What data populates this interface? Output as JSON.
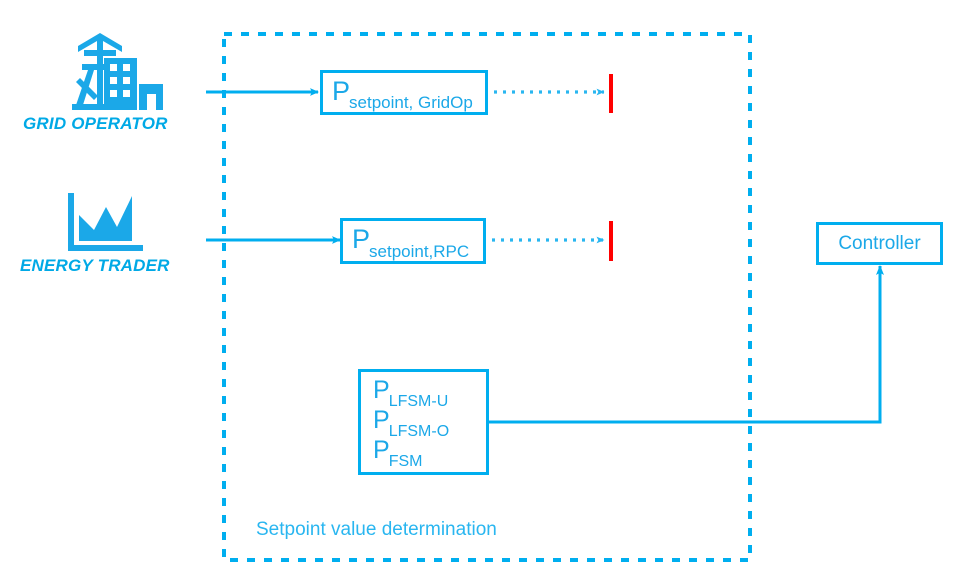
{
  "diagram": {
    "title": "Setpoint value determination",
    "colors": {
      "primary_blue": "#00AEEF",
      "text_blue": "#1BA8E8",
      "label_blue": "#29B6F0",
      "red_marker": "#FF0000",
      "background": "#FFFFFF"
    },
    "actors": [
      {
        "id": "grid-operator",
        "label": "GRID OPERATOR",
        "icon": "transmission-tower-buildings-icon"
      },
      {
        "id": "energy-trader",
        "label": "ENERGY TRADER",
        "icon": "market-chart-icon"
      }
    ],
    "container": {
      "label": "Setpoint value determination",
      "border_style": "dashed"
    },
    "blocks": [
      {
        "id": "setpoint-gridop",
        "base": "P",
        "subscript": "setpoint, GridOp"
      },
      {
        "id": "setpoint-rpc",
        "base": "P",
        "subscript": "setpoint,RPC"
      }
    ],
    "fsm_block": {
      "id": "fsm-block",
      "lines": [
        {
          "base": "P",
          "subscript": "LFSM-U"
        },
        {
          "base": "P",
          "subscript": "LFSM-O"
        },
        {
          "base": "P",
          "subscript": "FSM"
        }
      ]
    },
    "controller": {
      "id": "controller",
      "label": "Controller"
    },
    "connectors": [
      {
        "id": "gridop-to-setpoint",
        "style": "solid-arrow"
      },
      {
        "id": "trader-to-setpoint",
        "style": "solid-arrow"
      },
      {
        "id": "setpoint-gridop-to-marker",
        "style": "dotted-arrow"
      },
      {
        "id": "setpoint-rpc-to-marker",
        "style": "dotted-arrow"
      },
      {
        "id": "fsm-to-controller",
        "style": "solid-arrow-elbow"
      }
    ],
    "markers": [
      {
        "id": "marker-gridop",
        "color": "#FF0000"
      },
      {
        "id": "marker-rpc",
        "color": "#FF0000"
      }
    ]
  }
}
